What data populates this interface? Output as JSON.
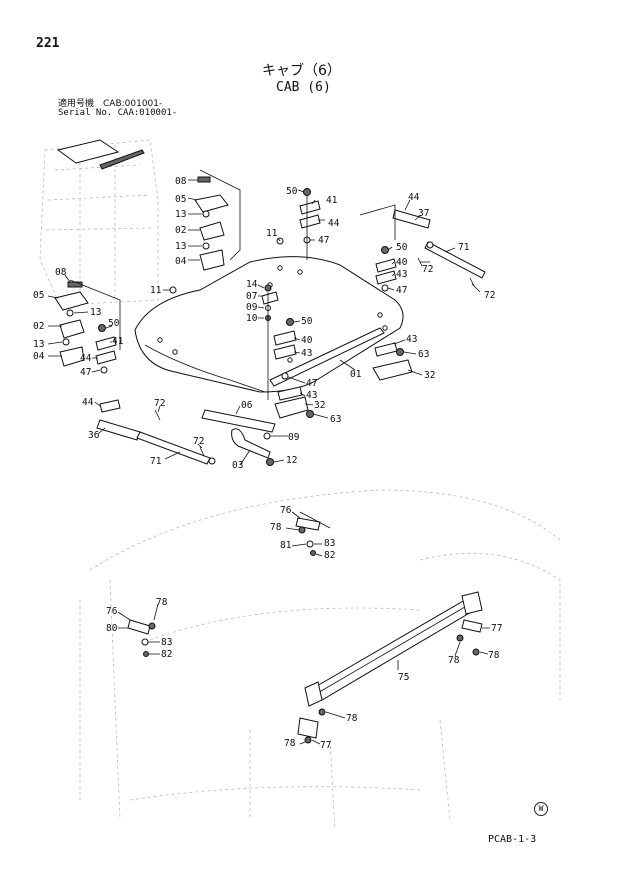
{
  "header": {
    "page_number": "221",
    "title_ja": "キャブ（6）",
    "title_en": "CAB (6)",
    "serial_ja": "適用号機　CAB:001001-",
    "serial_en": "Serial No. CAA:010001-"
  },
  "footer": {
    "page_code": "PCAB-1-3",
    "mark": "W"
  },
  "callouts": {
    "c08a": "08",
    "c05a": "05",
    "c13a": "13",
    "c02a": "02",
    "c13b": "13",
    "c04a": "04",
    "c11a": "11",
    "c50a": "50",
    "c41a": "41",
    "c44a": "44",
    "c47a": "47",
    "c44b": "44",
    "c37": "37",
    "c71a": "71",
    "c72a": "72",
    "c50b": "50",
    "c40a": "40",
    "c43a": "43",
    "c47b": "47",
    "c72b": "72",
    "c08b": "08",
    "c05b": "05",
    "c13c": "13",
    "c02b": "02",
    "c13d": "13",
    "c04b": "04",
    "c11b": "11",
    "c14": "14",
    "c07": "07",
    "c09a": "09",
    "c10": "10",
    "c50c": "50",
    "c40b": "40",
    "c43b": "43",
    "c50d": "50",
    "c41b": "41",
    "c44c": "44",
    "c47c": "47",
    "c43c": "43",
    "c63a": "63",
    "c32a": "32",
    "c01": "01",
    "c47d": "47",
    "c43d": "43",
    "c32b": "32",
    "c63b": "63",
    "c44d": "44",
    "c72c": "72",
    "c36": "36",
    "c06": "06",
    "c09b": "09",
    "c03": "03",
    "c12": "12",
    "c72d": "72",
    "c71b": "71",
    "c76a": "76",
    "c78a": "78",
    "c81": "81",
    "c83a": "83",
    "c82a": "82",
    "c76b": "76",
    "c78b": "78",
    "c80": "80",
    "c83b": "83",
    "c82b": "82",
    "c77a": "77",
    "c78c": "78",
    "c78d": "78",
    "c75": "75",
    "c78e": "78",
    "c78f": "78",
    "c77b": "77"
  }
}
